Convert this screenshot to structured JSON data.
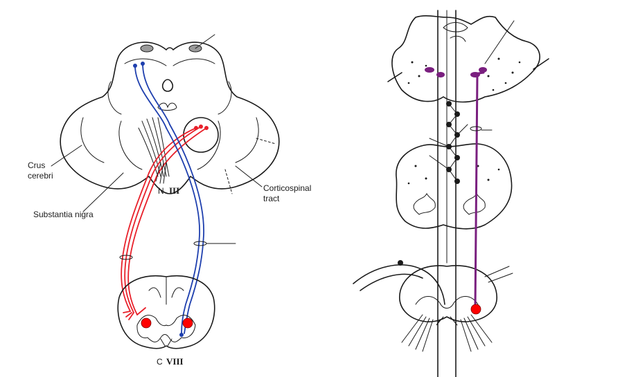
{
  "left_panel": {
    "labels": {
      "crus_line1": "Crus",
      "crus_line2": "cerebri",
      "substantia_nigra": "Substantia nigra",
      "n3_prefix": "N",
      "n3_roman": "III",
      "corticospinal_line1": "Corticospinal",
      "corticospinal_line2": "tract",
      "cord_prefix": "C",
      "cord_roman": "VIII"
    }
  },
  "colors": {
    "red_pathway": "#e8202a",
    "blue_pathway": "#1e3fae",
    "purple_pathway": "#7a1f7f",
    "ink": "#1a1a1a",
    "nucleus_fill": "#9a9a9a",
    "cell_body": "#ff0000"
  },
  "icons": {
    "red_cell_body": "red-circle",
    "purple_cell_body": "purple-ellipse",
    "blue_terminal": "filled-dot"
  }
}
